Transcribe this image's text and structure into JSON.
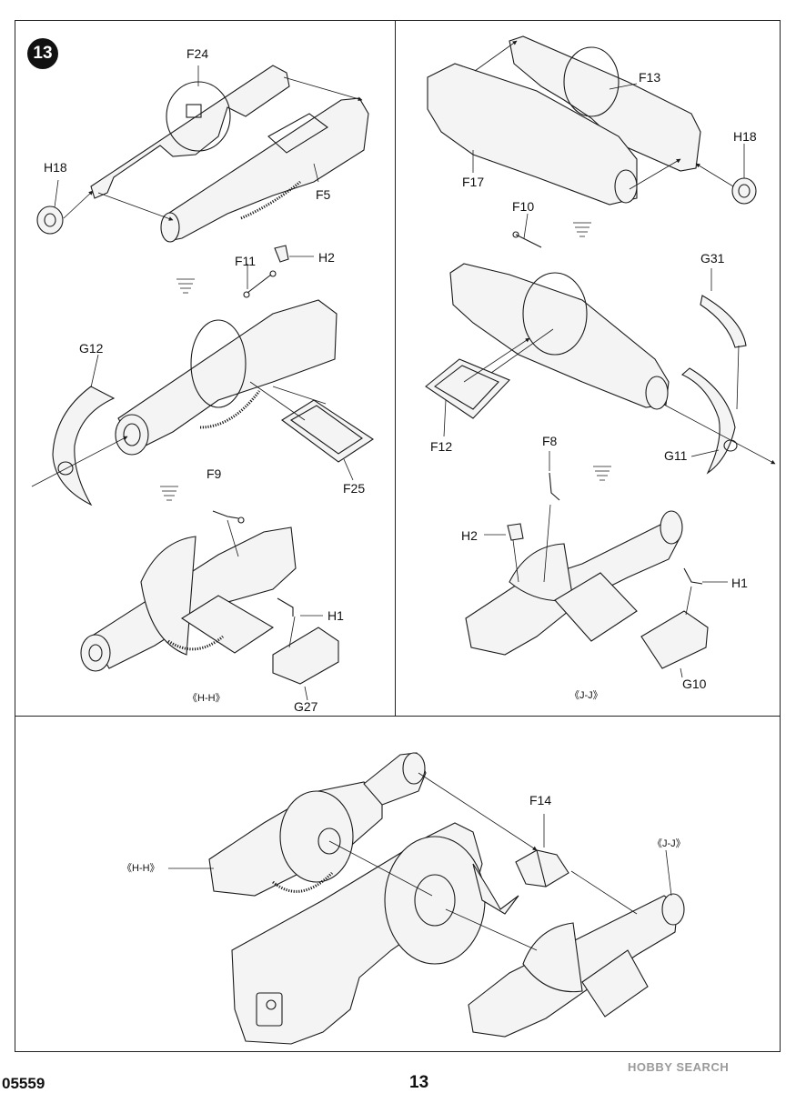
{
  "page": {
    "step_number": "13",
    "product_code": "05559",
    "page_number": "13",
    "watermark": "HOBBY SEARCH"
  },
  "panel_left": {
    "labels": {
      "f24": "F24",
      "h18": "H18",
      "f5": "F5",
      "f11": "F11",
      "h2": "H2",
      "g12": "G12",
      "f25": "F25",
      "f9": "F9",
      "h1": "H1",
      "g27": "G27"
    },
    "view_label": "《H-H》"
  },
  "panel_right": {
    "labels": {
      "f13": "F13",
      "h18": "H18",
      "f17": "F17",
      "f10": "F10",
      "g31": "G31",
      "f12": "F12",
      "g11": "G11",
      "f8": "F8",
      "h2": "H2",
      "h1": "H1",
      "g10": "G10"
    },
    "view_label": "《J-J》"
  },
  "panel_bottom": {
    "labels": {
      "f14": "F14"
    },
    "view_left": "《H-H》",
    "view_right": "《J-J》"
  }
}
